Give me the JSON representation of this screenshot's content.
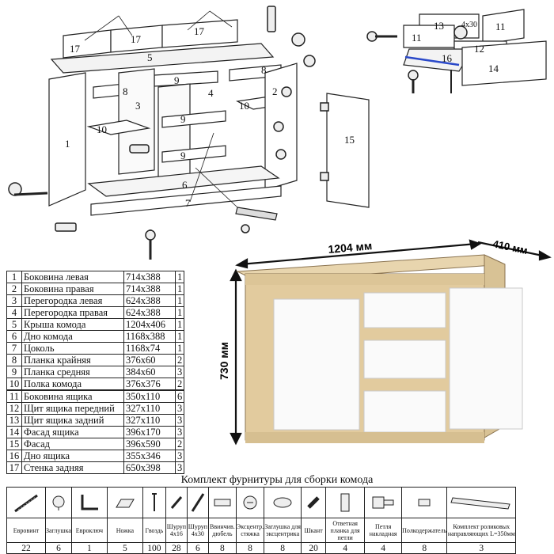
{
  "exploded_view": {
    "labels": [
      "17",
      "17",
      "17",
      "5",
      "8",
      "3",
      "9",
      "4",
      "8",
      "2",
      "1",
      "10",
      "9",
      "10",
      "9",
      "6",
      "7",
      "15"
    ]
  },
  "drawer_view": {
    "labels": [
      "13",
      "11",
      "11",
      "12",
      "16",
      "14"
    ],
    "angle_mark": "4x30"
  },
  "dimensions": {
    "width": "1204 мм",
    "depth": "410 мм",
    "height": "730 мм"
  },
  "parts": [
    {
      "n": "1",
      "name": "Боковина левая",
      "size": "714x388",
      "qty": "1"
    },
    {
      "n": "2",
      "name": "Боковина правая",
      "size": "714x388",
      "qty": "1"
    },
    {
      "n": "3",
      "name": "Перегородка левая",
      "size": "624x388",
      "qty": "1"
    },
    {
      "n": "4",
      "name": "Перегородка правая",
      "size": "624x388",
      "qty": "1"
    },
    {
      "n": "5",
      "name": "Крыша комода",
      "size": "1204x406",
      "qty": "1"
    },
    {
      "n": "6",
      "name": "Дно комода",
      "size": "1168x388",
      "qty": "1"
    },
    {
      "n": "7",
      "name": "Цоколь",
      "size": "1168x74",
      "qty": "1"
    },
    {
      "n": "8",
      "name": "Планка крайняя",
      "size": "376x60",
      "qty": "2"
    },
    {
      "n": "9",
      "name": "Планка средняя",
      "size": "384x60",
      "qty": "3"
    },
    {
      "n": "10",
      "name": "Полка комода",
      "size": "376x376",
      "qty": "2"
    },
    {
      "n": "11",
      "name": "Боковина ящика",
      "size": "350x110",
      "qty": "6"
    },
    {
      "n": "12",
      "name": "Щит ящика передний",
      "size": "327x110",
      "qty": "3"
    },
    {
      "n": "13",
      "name": "Щит ящика задний",
      "size": "327x110",
      "qty": "3"
    },
    {
      "n": "14",
      "name": "Фасад ящика",
      "size": "396x170",
      "qty": "3"
    },
    {
      "n": "15",
      "name": "Фасад",
      "size": "396x590",
      "qty": "2"
    },
    {
      "n": "16",
      "name": "Дно ящика",
      "size": "355x346",
      "qty": "3"
    },
    {
      "n": "17",
      "name": "Стенка задняя",
      "size": "650x398",
      "qty": "3"
    }
  ],
  "kit": {
    "title": "Комплект фурнитуры для сборки комода",
    "items": [
      {
        "name": "Евровинт",
        "qty": "22",
        "icon": "eurobolt-icon"
      },
      {
        "name": "Заглушка",
        "qty": "6",
        "icon": "cap-icon"
      },
      {
        "name": "Евроключ",
        "qty": "1",
        "icon": "hex-key-icon"
      },
      {
        "name": "Ножка",
        "qty": "5",
        "icon": "foot-icon"
      },
      {
        "name": "Гвоздь",
        "qty": "100",
        "icon": "nail-icon"
      },
      {
        "name": "Шуруп 4x16",
        "qty": "28",
        "icon": "screw-short-icon"
      },
      {
        "name": "Шуруп 4x30",
        "qty": "6",
        "icon": "screw-long-icon"
      },
      {
        "name": "Ввинчив. дюбель",
        "qty": "8",
        "icon": "dowel-icon"
      },
      {
        "name": "Эксцентр. стяжка",
        "qty": "8",
        "icon": "cam-lock-icon"
      },
      {
        "name": "Заглушка для эксцентрика",
        "qty": "8",
        "icon": "cam-cap-icon"
      },
      {
        "name": "Шкант",
        "qty": "20",
        "icon": "wood-dowel-icon"
      },
      {
        "name": "Ответная планка для петли",
        "qty": "4",
        "icon": "hinge-plate-icon"
      },
      {
        "name": "Петля накладная",
        "qty": "4",
        "icon": "hinge-icon"
      },
      {
        "name": "Полкодержатель",
        "qty": "8",
        "icon": "shelf-support-icon"
      },
      {
        "name": "Комплект роликовых направляющих L=350мм",
        "qty": "3",
        "icon": "drawer-slide-icon"
      }
    ]
  }
}
